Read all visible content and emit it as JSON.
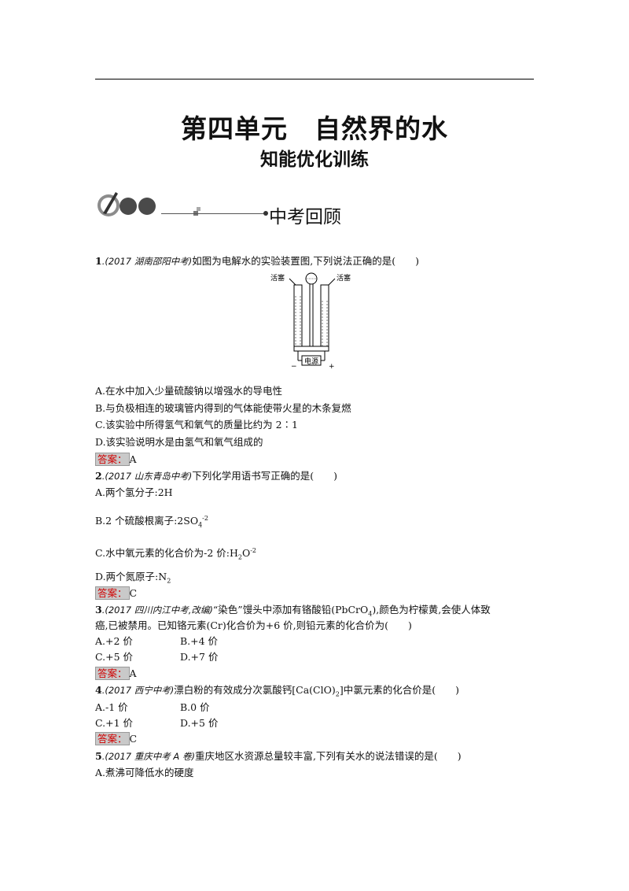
{
  "header": {
    "title": "第四单元　自然界的水",
    "subtitle": "知能优化训练",
    "section": "中考回顾"
  },
  "diagram": {
    "label_left": "活塞",
    "label_right": "活塞",
    "label_power": "电源",
    "minus": "−",
    "plus": "+"
  },
  "q1": {
    "num": "1",
    "source": ".(2017 湖南邵阳中考)",
    "stem": "如图为电解水的实验装置图,下列说法正确的是(　　)",
    "options": [
      "A.在水中加入少量硫酸钠以增强水的导电性",
      "B.与负极相连的玻璃管内得到的气体能使带火星的木条复燃",
      "C.该实验中所得氢气和氧气的质量比约为 2∶1",
      "D.该实验说明水是由氢气和氧气组成的"
    ],
    "answer_label": "答案：",
    "answer": "A"
  },
  "q2": {
    "num": "2",
    "source": ".(2017 山东青岛中考)",
    "stem": "下列化学用语书写正确的是(　　)",
    "optA": "A.两个氢分子:2H",
    "optB_text": "B.2 个硫酸根离子:2S",
    "optB_o": "O",
    "optB_sub": "4",
    "optB_sup": "-2",
    "optC_text": "C.水中氧元素的化合价为-2 价:H",
    "optC_sub": "2",
    "optC_o": "O",
    "optC_sup": "-2",
    "optD_text": "D.两个氮原子:N",
    "optD_sub": "2",
    "answer_label": "答案：",
    "answer": "C"
  },
  "q3": {
    "num": "3",
    "source": ".(2017 四川内江中考,改编)",
    "stem1": "“染色”馒头中添加有铬酸铅(PbCrO",
    "stem1_sub": "4",
    "stem1_end": "),颜色为柠檬黄,会使人体致",
    "stem2": "癌,已被禁用。已知铬元素(Cr)化合价为+6 价,则铅元素的化合价为(　　)",
    "optA": "A.+2 价",
    "optB": "B.+4 价",
    "optC": "C.+5 价",
    "optD": "D.+7 价",
    "answer_label": "答案：",
    "answer": "A"
  },
  "q4": {
    "num": "4",
    "source": ".(2017 西宁中考)",
    "stem": "漂白粉的有效成分次氯酸钙[Ca(ClO)",
    "stem_sub": "2",
    "stem_end": "]中氯元素的化合价是(　　)",
    "optA": "A.-1 价",
    "optB": "B.0 价",
    "optC": "C.+1 价",
    "optD": "D.+5 价",
    "answer_label": "答案：",
    "answer": "C"
  },
  "q5": {
    "num": "5",
    "source": ".(2017 重庆中考 A 卷)",
    "stem": "重庆地区水资源总量较丰富,下列有关水的说法错误的是(　　)",
    "optA": "A.煮沸可降低水的硬度"
  }
}
